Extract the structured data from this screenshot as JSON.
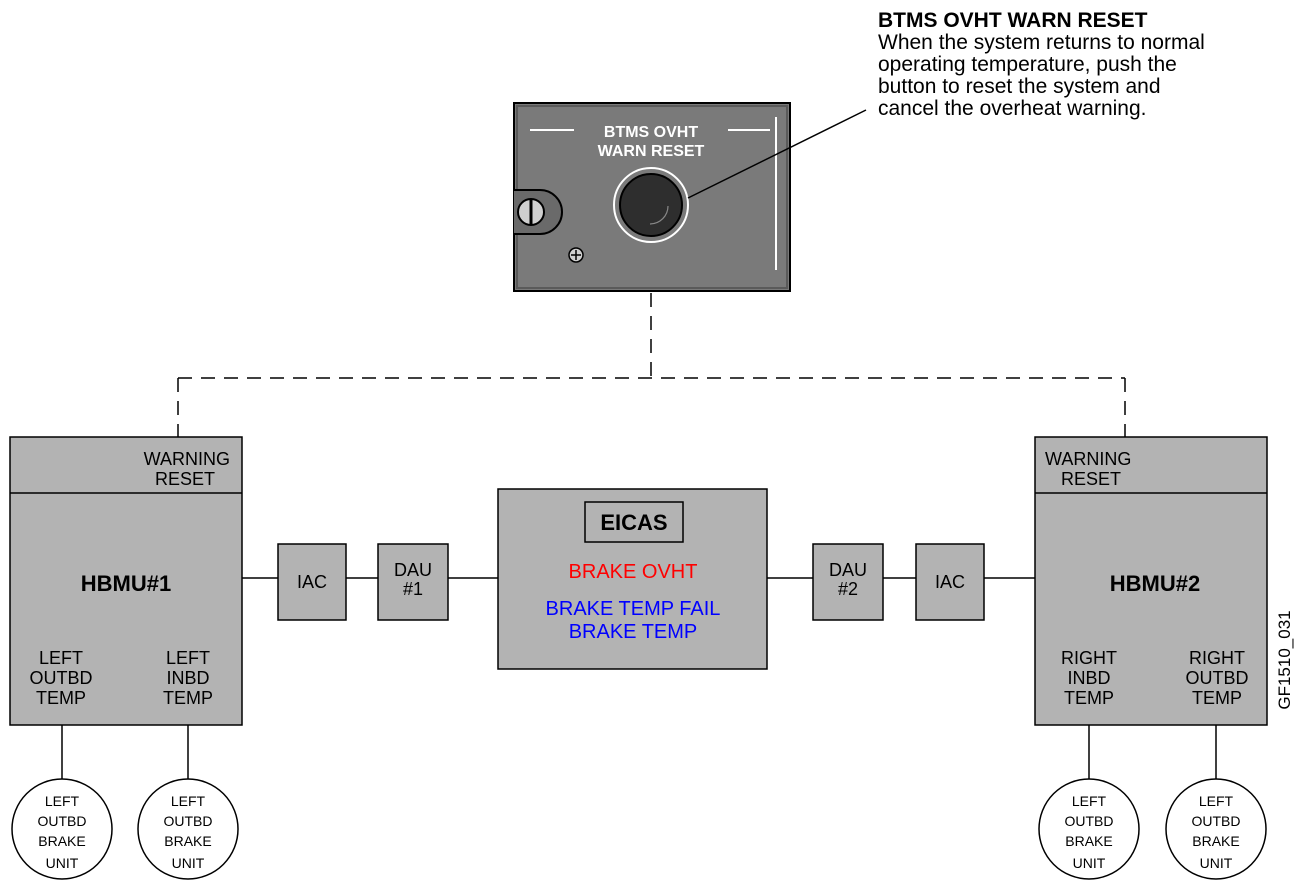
{
  "callout": {
    "title": "BTMS OVHT WARN RESET",
    "line1": "When the system returns to normal",
    "line2": "operating temperature, push the",
    "line3": "button to reset the system and",
    "line4": "cancel the overheat warning."
  },
  "panel": {
    "label_line1": "BTMS OVHT",
    "label_line2": "WARN RESET"
  },
  "left_hbmu": {
    "header_line1": "WARNING",
    "header_line2": "RESET",
    "name": "HBMU#1",
    "sensor1": [
      "LEFT",
      "OUTBD",
      "TEMP"
    ],
    "sensor2": [
      "LEFT",
      "INBD",
      "TEMP"
    ]
  },
  "right_hbmu": {
    "header_line1": "WARNING",
    "header_line2": "RESET",
    "name": "HBMU#2",
    "sensor1": [
      "RIGHT",
      "INBD",
      "TEMP"
    ],
    "sensor2": [
      "RIGHT",
      "OUTBD",
      "TEMP"
    ]
  },
  "left_iac": "IAC",
  "left_dau": [
    "DAU",
    "#1"
  ],
  "right_dau": [
    "DAU",
    "#2"
  ],
  "right_iac": "IAC",
  "eicas": {
    "title": "EICAS",
    "msg_red": "BRAKE OVHT",
    "msg_blue1": "BRAKE TEMP FAIL",
    "msg_blue2": "BRAKE TEMP",
    "red_color": "#ff0000",
    "blue_color": "#0000ff"
  },
  "brake_units": [
    [
      "LEFT",
      "OUTBD",
      "BRAKE",
      "UNIT"
    ],
    [
      "LEFT",
      "OUTBD",
      "BRAKE",
      "UNIT"
    ],
    [
      "LEFT",
      "OUTBD",
      "BRAKE",
      "UNIT"
    ],
    [
      "LEFT",
      "OUTBD",
      "BRAKE",
      "UNIT"
    ]
  ],
  "figure_id": "GF1510_031"
}
